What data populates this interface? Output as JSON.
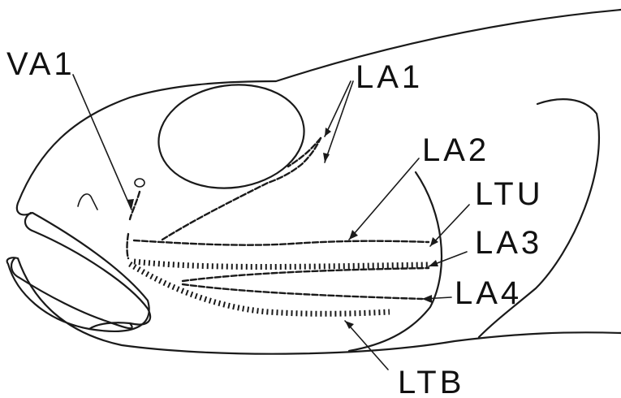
{
  "labels": {
    "va1": "VA1",
    "la1": "LA1",
    "la2": "LA2",
    "ltu": "LTU",
    "la3": "LA3",
    "la4": "LA4",
    "ltb": "LTB"
  }
}
